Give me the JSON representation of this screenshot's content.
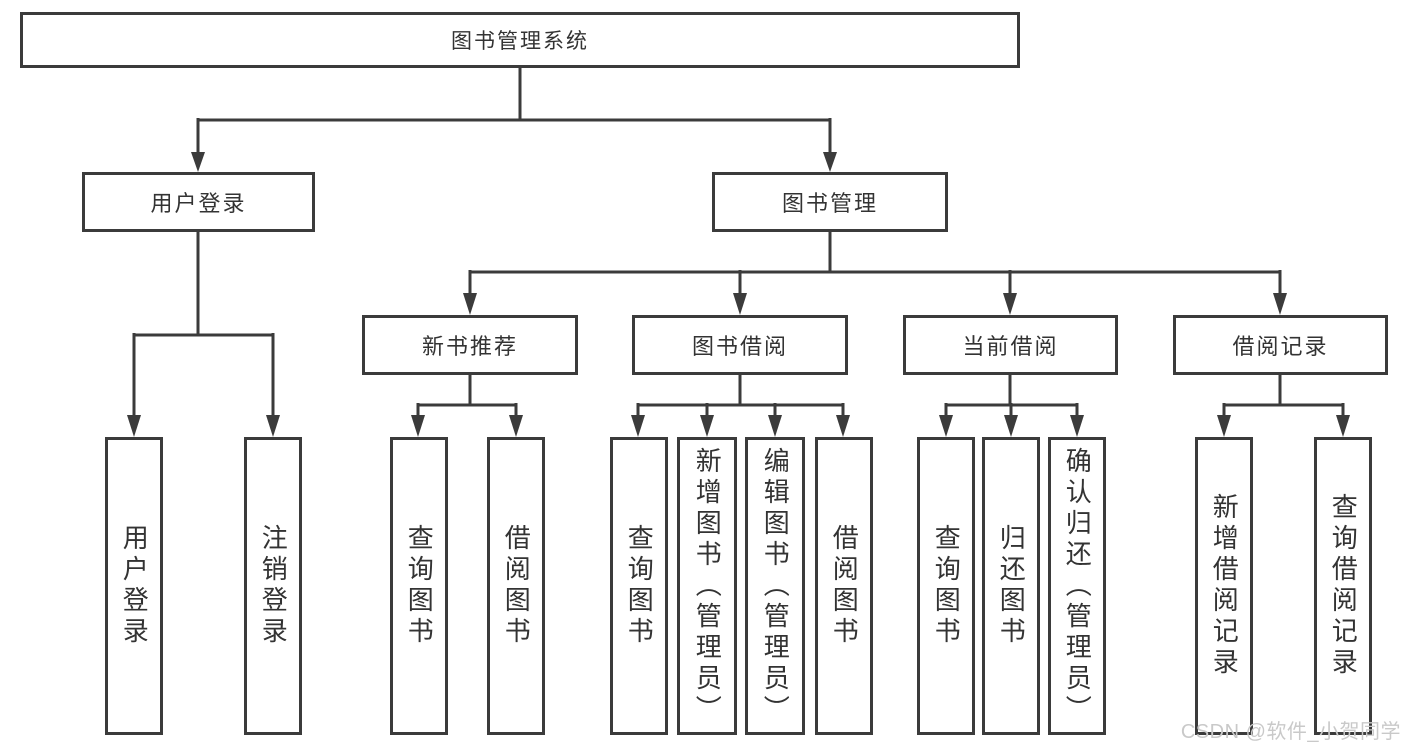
{
  "diagram": {
    "type": "function-structure-tree",
    "colors": {
      "line": "#3b3b3b",
      "text": "#333333",
      "box_background": "#ffffff",
      "page_background": "#ffffff",
      "watermark": "#c9c9c9"
    },
    "nodes": {
      "root": {
        "label": "图书管理系统"
      },
      "user_login": {
        "label": "用户登录"
      },
      "book_management": {
        "label": "图书管理"
      },
      "new_book_recommend": {
        "label": "新书推荐"
      },
      "book_borrowing": {
        "label": "图书借阅"
      },
      "current_borrowing": {
        "label": "当前借阅"
      },
      "borrowing_records": {
        "label": "借阅记录"
      },
      "leaf_user_login": {
        "label": "用户登录"
      },
      "leaf_logout": {
        "label": "注销登录"
      },
      "leaf_query_book_a": {
        "label": "查询图书"
      },
      "leaf_borrow_book_a": {
        "label": "借阅图书"
      },
      "leaf_query_book_b": {
        "label": "查询图书"
      },
      "leaf_add_book": {
        "label": "新增图书（管理员）"
      },
      "leaf_edit_book": {
        "label": "编辑图书（管理员）"
      },
      "leaf_borrow_book_b": {
        "label": "借阅图书"
      },
      "leaf_query_book_c": {
        "label": "查询图书"
      },
      "leaf_return_book": {
        "label": "归还图书"
      },
      "leaf_confirm_return": {
        "label": "确认归还（管理员）"
      },
      "leaf_add_record": {
        "label": "新增借阅记录"
      },
      "leaf_query_record": {
        "label": "查询借阅记录"
      }
    },
    "edges": [
      [
        "root",
        "user_login"
      ],
      [
        "root",
        "book_management"
      ],
      [
        "user_login",
        "leaf_user_login"
      ],
      [
        "user_login",
        "leaf_logout"
      ],
      [
        "book_management",
        "new_book_recommend"
      ],
      [
        "book_management",
        "book_borrowing"
      ],
      [
        "book_management",
        "current_borrowing"
      ],
      [
        "book_management",
        "borrowing_records"
      ],
      [
        "new_book_recommend",
        "leaf_query_book_a"
      ],
      [
        "new_book_recommend",
        "leaf_borrow_book_a"
      ],
      [
        "book_borrowing",
        "leaf_query_book_b"
      ],
      [
        "book_borrowing",
        "leaf_add_book"
      ],
      [
        "book_borrowing",
        "leaf_edit_book"
      ],
      [
        "book_borrowing",
        "leaf_borrow_book_b"
      ],
      [
        "current_borrowing",
        "leaf_query_book_c"
      ],
      [
        "current_borrowing",
        "leaf_return_book"
      ],
      [
        "current_borrowing",
        "leaf_confirm_return"
      ],
      [
        "borrowing_records",
        "leaf_add_record"
      ],
      [
        "borrowing_records",
        "leaf_query_record"
      ]
    ]
  },
  "watermark": {
    "text": "CSDN @软件_小贺同学"
  }
}
